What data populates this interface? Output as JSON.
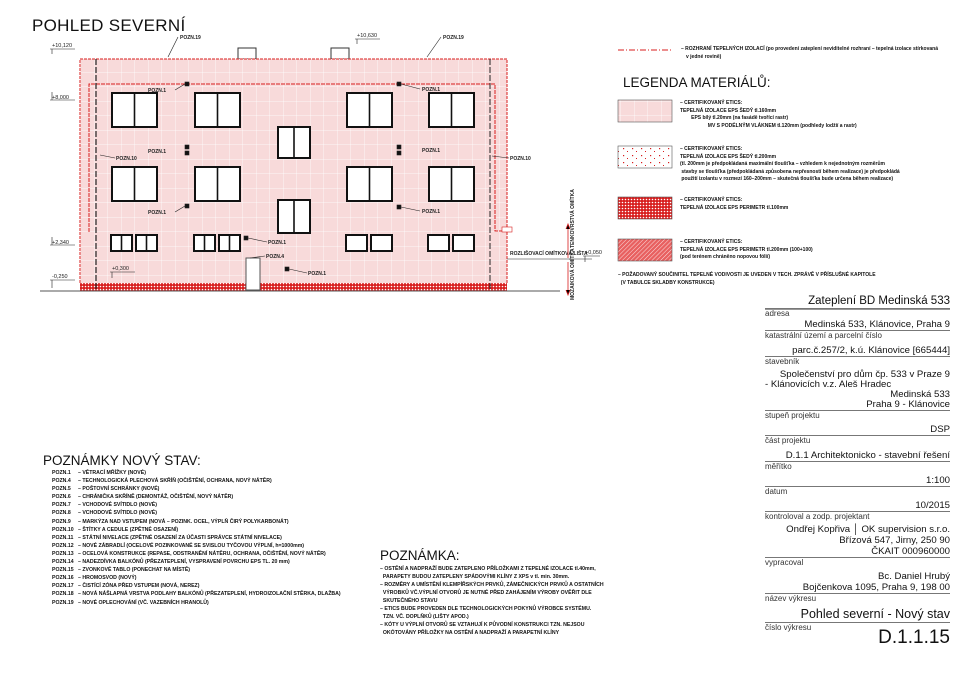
{
  "title": "POHLED SEVERNÍ",
  "levels": {
    "l1": "+10,120",
    "l2": "+8,000",
    "l3": "+2,340",
    "l4": "-0,250",
    "l5": "+0,300",
    "l6": "+10,630",
    "l7": "+0,050"
  },
  "facade_labels": {
    "pozn1": "POZN.1",
    "pozn4": "POZN.4",
    "pozn10": "POZN.10",
    "pozn19": "POZN.19",
    "split": "ROZLIŠOVACÍ OMÍTKOVÁ LIŠTA",
    "up": "TENKOVRSTVÁ OMÍTKA",
    "down": "MOZAIKOVÁ OMÍTKA"
  },
  "insulation_line": [
    "– ROZHRANÍ TEPELNÝCH IZOLACÍ (po provedení zateplení neviditelné rozhraní – tepelná izolace stírkovaná",
    "v jedné rovině)"
  ],
  "legend": {
    "title": "LEGENDA MATERIÁLŮ:",
    "items": [
      {
        "text": "– CERTIFIKOVANÝ ETICS:\nTEPELNÁ IZOLACE EPS ŠEDÝ tl.160mm\n        EPS bílý tl.20mm (na fasádě tvořící rastr)\n                    MV S PODÉLNÝM VLÁKNEM tl.120mm (podhledy lodžií a rastr)"
      },
      {
        "text": "– CERTIFIKOVANÝ ETICS:\nTEPELNÁ IZOLACE EPS ŠEDÝ tl.200mm\n(tl. 200mm je předpokládaná maximální tloušťka – vzhledem k nejednotným rozměrům\n stavby se tloušťka (předpokládaná způsobena nepřesností během realizace) je předpokládá\n použití izolantu v rozmezí 160–200mm – skutečná tloušťka bude určena během realizace)"
      },
      {
        "text": "– CERTIFIKOVANÝ ETICS:\nTEPELNÁ IZOLACE EPS PERIMETR tl.100mm"
      },
      {
        "text": "– CERTIFIKOVANÝ ETICS:\nTEPELNÁ IZOLACE EPS PERIMETR tl.200mm (100+100)\n(pod terénem chráněno nopovou fólií)"
      }
    ],
    "footnote": "– POŽADOVANÝ SOUČINITEL TEPELNÉ VODIVOSTI JE UVEDEN V TECH. ZPRÁVĚ V PŘÍSLUŠNÉ KAPITOLE\n  (V TABULCE SKLADBY KONSTRUKCE)"
  },
  "notes": {
    "title": "POZNÁMKY NOVÝ STAV:",
    "items": [
      [
        "POZN.1",
        "– VĚTRACÍ MŘÍŽKY (NOVÉ)"
      ],
      [
        "POZN.4",
        "– TECHNOLOGICKÁ PLECHOVÁ SKŘÍŇ (OČIŠTĚNÍ, OCHRANA, NOVÝ NÁTĚR)"
      ],
      [
        "POZN.5",
        "– POŠTOVNÍ SCHRÁNKY (NOVÉ)"
      ],
      [
        "POZN.6",
        "– CHRÁNIČKA SKŘÍNĚ (DEMONTÁŽ, OČIŠTĚNÍ, NOVÝ NÁTĚR)"
      ],
      [
        "POZN.7",
        "– VCHODOVÉ SVÍTIDLO (NOVÉ)"
      ],
      [
        "POZN.8",
        "– VCHODOVÉ SVÍTIDLO (NOVÉ)"
      ],
      [
        "POZN.9",
        "– MARKÝZA NAD VSTUPEM (NOVÁ – POZINK. OCEL, VÝPLŇ ČIRÝ POLYKARBONÁT)"
      ],
      [
        "POZN.10",
        "– ŠTÍTKY A CEDULE (ZPĚTNÉ OSAZENÍ)"
      ],
      [
        "POZN.11",
        "– STÁTNÍ NIVELACE (ZPĚTNÉ OSAZENÍ ZA ÚČASTI SPRÁVCE STÁTNÍ NIVELACE)"
      ],
      [
        "POZN.12",
        "– NOVÉ ZÁBRADLÍ (OCELOVÉ POZINKOVANÉ SE SVISLOU TYČOVOU VÝPLNÍ, h=1000mm)"
      ],
      [
        "POZN.13",
        "– OCELOVÁ KONSTRUKCE (REPASE, ODSTRANĚNÍ NÁTĚRU, OCHRANA, OČIŠTĚNÍ, NOVÝ NÁTĚR)"
      ],
      [
        "POZN.14",
        "– NADEZDÍVKA BALKÓNŮ (PŘEZATEPLENÍ, VYSPRAVENÍ POVRCHU EPS TL. 20 mm)"
      ],
      [
        "POZN.15",
        "– ZVONKOVÉ TABLO (PONECHAT NA MÍSTĚ)"
      ],
      [
        "POZN.16",
        "– HROMOSVOD (NOVÝ)"
      ],
      [
        "POZN.17",
        "– ČISTÍCÍ ZÓNA PŘED VSTUPEM (NOVÁ, NEREZ)"
      ],
      [
        "POZN.18",
        "– NOVÁ NÁŠLAPNÁ VRSTVA PODLAHY BALKÓNŮ (PŘEZATEPLENÍ, HYDROIZOLAČNÍ STĚRKA, DLAŽBA)"
      ],
      [
        "POZN.19",
        "– NOVÉ OPLECHOVÁNÍ (VČ. VAZEBNÍCH HRANOLŮ)"
      ]
    ]
  },
  "remark": {
    "title": "POZNÁMKA:",
    "lines": [
      "– OSTĚNÍ A NADPRAŽÍ BUDE ZATEPLENO PŘÍLOŽKAMI Z TEPELNÉ IZOLACE tl.40mm,",
      "  PARAPETY BUDOU ZATEPLENY SPÁDOVÝMI KLÍNY Z XPS v tl. min. 30mm.",
      "– ROZMĚRY A UMÍSTĚNÍ KLEMPÍŘSKÝCH PRVKŮ, ZÁMEČNICKÝCH PRVKŮ A OSTATNÍCH",
      "  VÝROBKŮ VČ.VÝPLNÍ OTVORŮ JE NUTNÉ PŘED ZAHÁJENÍM VÝROBY OVĚŘIT DLE",
      "  SKUTEČNÉHO STAVU",
      "– ETICS BUDE PROVEDEN DLE TECHNOLOGICKÝCH POKYNŮ VÝROBCE SYSTÉMU.",
      "  TZN. VČ. DOPLŇKŮ (LIŠTY APOD.)",
      "– KÓTY U VÝPLNÍ OTVORŮ SE VZTAHUJÍ K PŮVODNÍ KONSTRUKCI TZN. NEJSOU",
      "  OKÓTOVÁNY PŘÍLOŽKY NA OSTĚNÍ A NADPRAŽÍ A PARAPETNÍ KLÍNY"
    ]
  },
  "title_block": {
    "project": "Zateplení BD Medinská 533",
    "address_label": "adresa",
    "address": "Medinská 533, Klánovice, Praha 9",
    "cadastre_label": "katastrální území a parcelní číslo",
    "cadastre": "parc.č.257/2, k.ú. Klánovice [665444]",
    "investor_label": "stavebník",
    "investor_1": "Společenství pro dům čp. 533 v Praze 9",
    "investor_2": "- Klánovicích v.z. Aleš Hradec",
    "investor_3": "Medinská 533",
    "investor_4": "Praha 9 - Klánovice",
    "stage_label": "stupeň projektu",
    "stage": "DSP",
    "part_label": "část projektu",
    "part": "D.1.1 Architektonicko - stavební řešení",
    "scale_label": "měřítko",
    "scale": "1:100",
    "date_label": "datum",
    "date": "10/2015",
    "checked_label": "kontroloval a zodp. projektant",
    "checked_1": "Ondřej Kopřiva │ OK supervision s.r.o.",
    "checked_2": "Břízová 547, Jirny, 250 90",
    "checked_3": "ČKAIT 000960000",
    "author_label": "vypracoval",
    "author_1": "Bc. Daniel Hrubý",
    "author_2": "Bojčenkova 1095, Praha 9, 198 00",
    "drawing_name_label": "název výkresu",
    "drawing_name": "Pohled severní - Nový stav",
    "drawing_no_label": "číslo výkresu",
    "drawing_no": "D.1.1.15"
  },
  "colors": {
    "red": "#d81e1e",
    "facade": "#f8dede"
  }
}
